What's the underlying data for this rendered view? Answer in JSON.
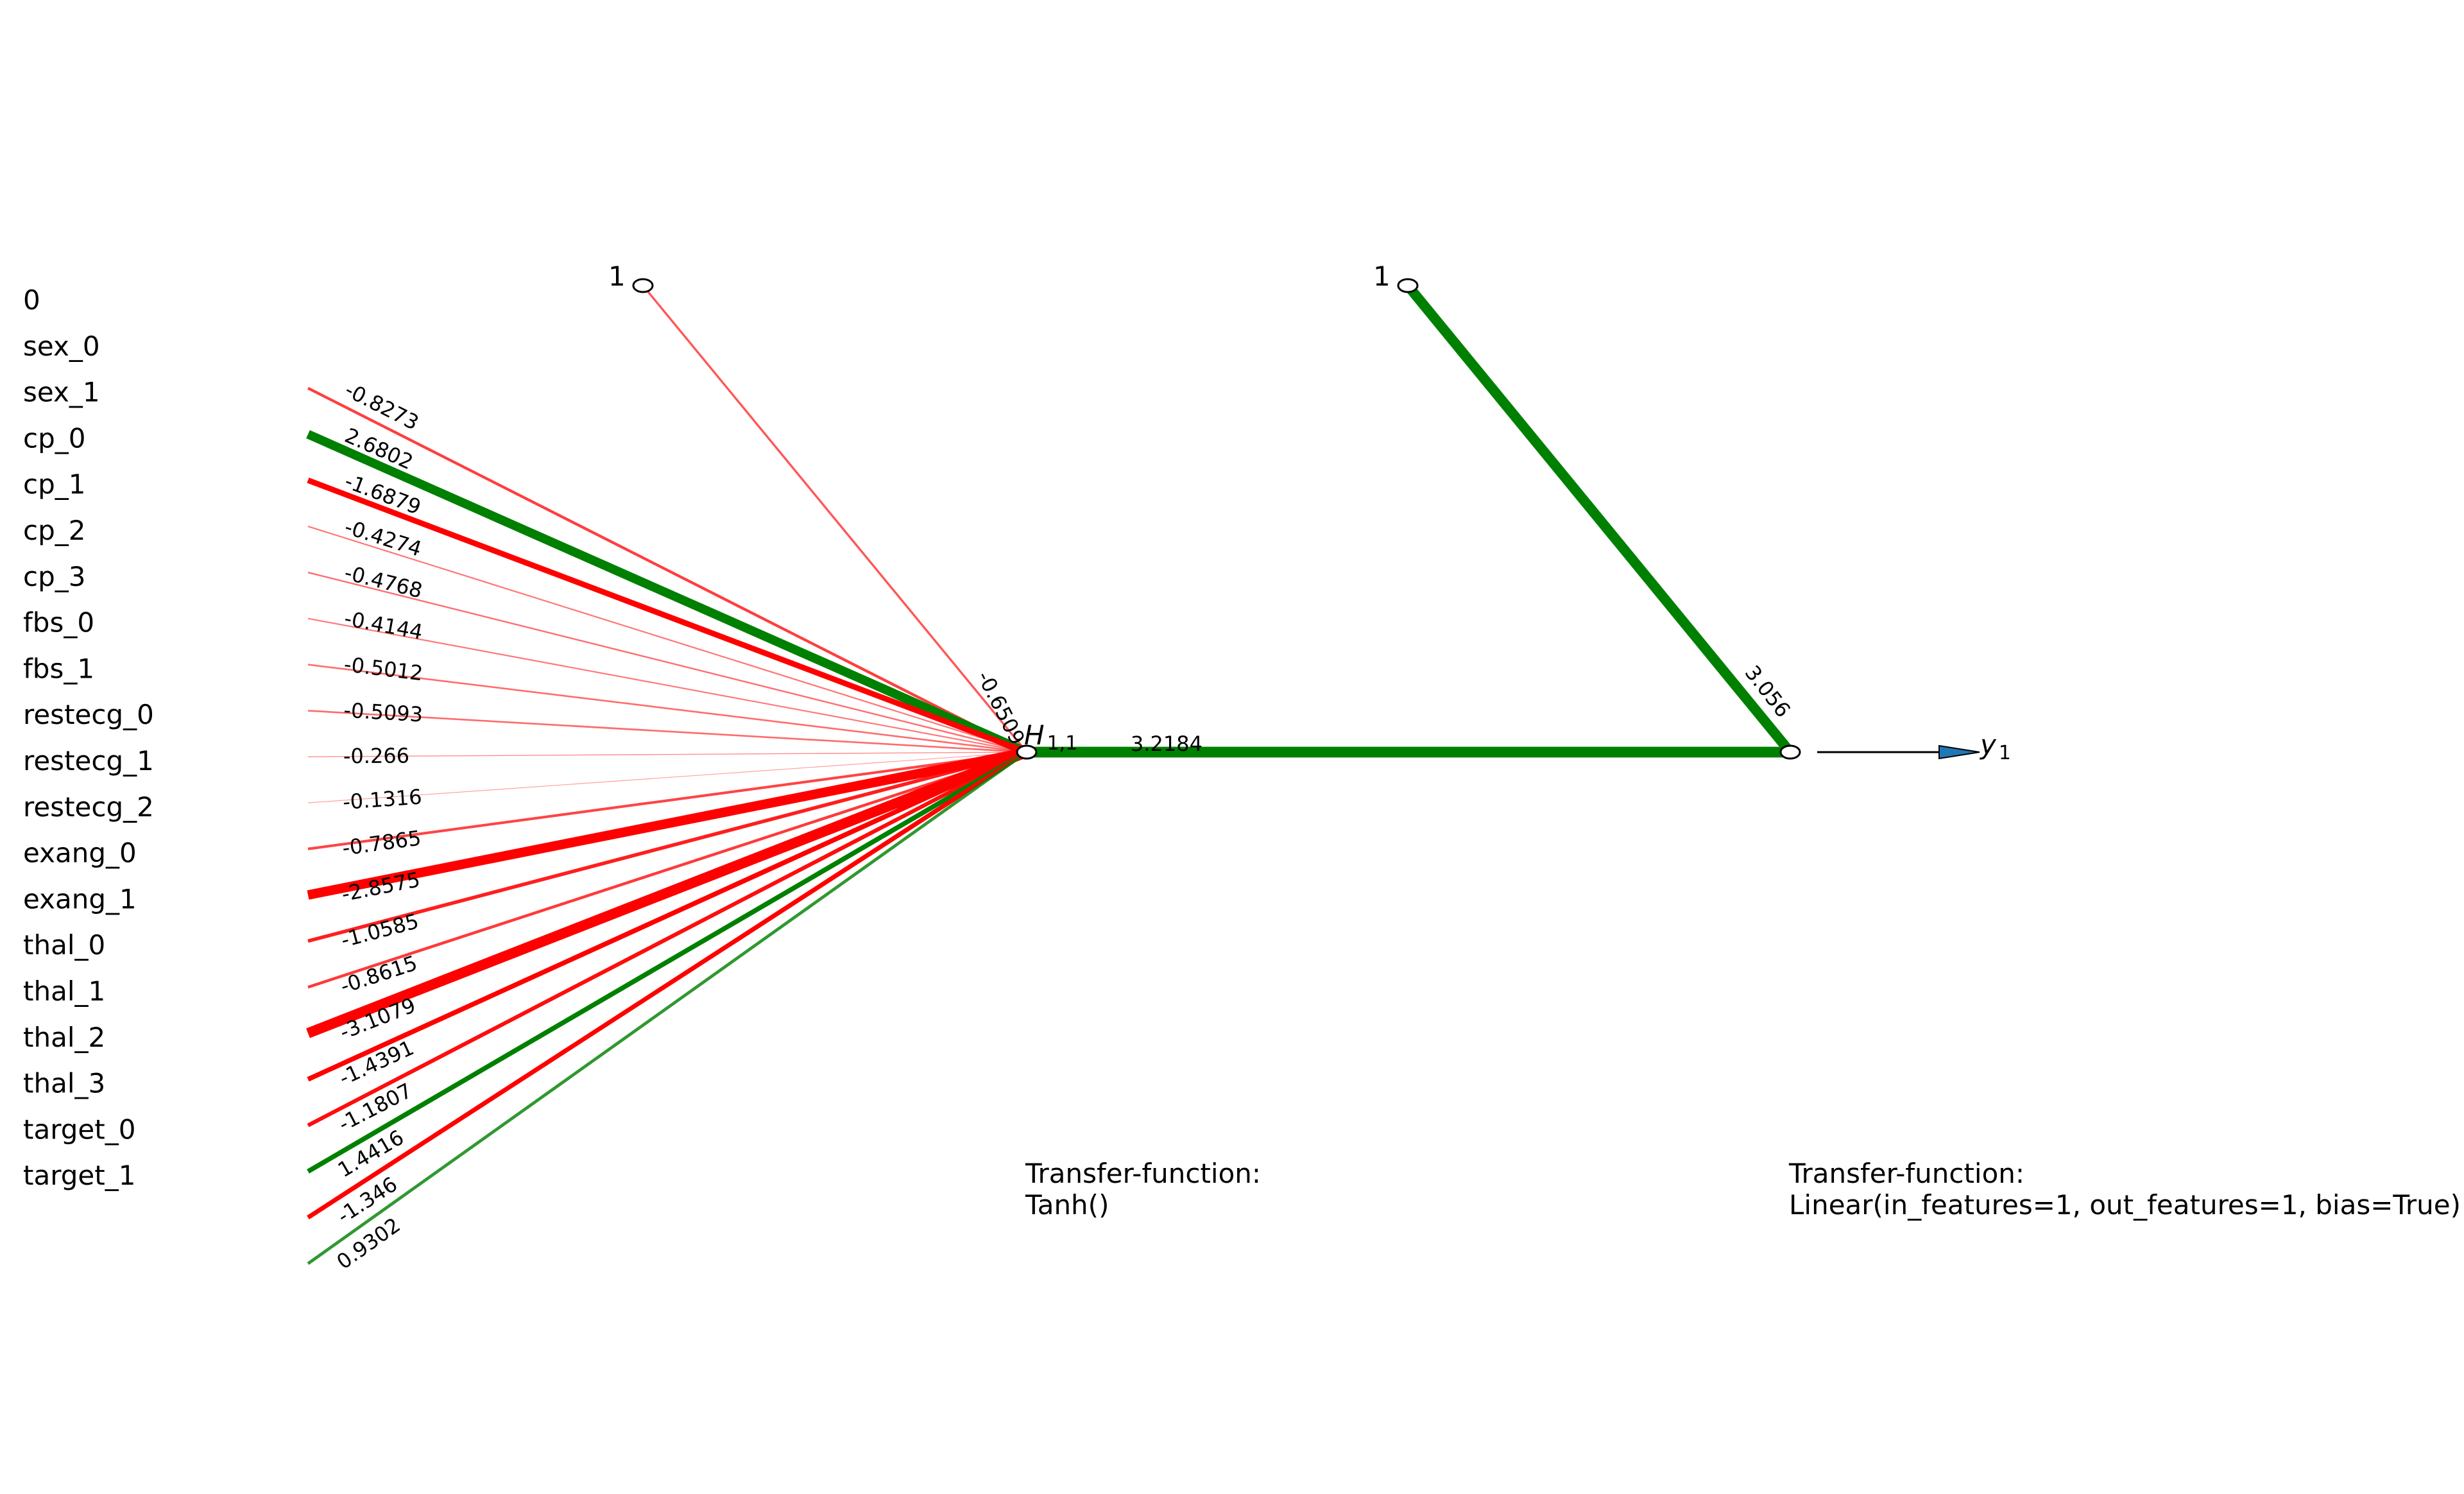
{
  "diagram": {
    "inputs": [
      {
        "name": "0",
        "weight": null
      },
      {
        "name": "sex_0",
        "weight": "-0.8273",
        "value": -0.8273
      },
      {
        "name": "sex_1",
        "weight": "2.6802",
        "value": 2.6802
      },
      {
        "name": "cp_0",
        "weight": "-1.6879",
        "value": -1.6879
      },
      {
        "name": "cp_1",
        "weight": "-0.4274",
        "value": -0.4274
      },
      {
        "name": "cp_2",
        "weight": "-0.4768",
        "value": -0.4768
      },
      {
        "name": "cp_3",
        "weight": "-0.4144",
        "value": -0.4144
      },
      {
        "name": "fbs_0",
        "weight": "-0.5012",
        "value": -0.5012
      },
      {
        "name": "fbs_1",
        "weight": "-0.5093",
        "value": -0.5093
      },
      {
        "name": "restecg_0",
        "weight": "-0.266",
        "value": -0.266
      },
      {
        "name": "restecg_1",
        "weight": "-0.1316",
        "value": -0.1316
      },
      {
        "name": "restecg_2",
        "weight": "-0.7865",
        "value": -0.7865
      },
      {
        "name": "exang_0",
        "weight": "-2.8575",
        "value": -2.8575
      },
      {
        "name": "exang_1",
        "weight": "-1.0585",
        "value": -1.0585
      },
      {
        "name": "thal_0",
        "weight": "-0.8615",
        "value": -0.8615
      },
      {
        "name": "thal_1",
        "weight": "-3.1079",
        "value": -3.1079
      },
      {
        "name": "thal_2",
        "weight": "-1.4391",
        "value": -1.4391
      },
      {
        "name": "thal_3",
        "weight": "-1.1807",
        "value": -1.1807
      },
      {
        "name": "target_0",
        "weight": "1.4416",
        "value": 1.4416
      },
      {
        "name": "target_1",
        "weight": "-1.346",
        "value": -1.346
      },
      {
        "name": "",
        "weight": "0.9302",
        "value": 0.9302
      }
    ],
    "bias_hidden": {
      "label": "1",
      "weight": "-0.6509",
      "value": -0.6509
    },
    "bias_output": {
      "label": "1",
      "weight": "3.056",
      "value": 3.056
    },
    "hidden_node": {
      "label": "H",
      "subscript": "1,1"
    },
    "hidden_to_output": {
      "weight": "3.2184",
      "value": 3.2184
    },
    "output": {
      "label": "y",
      "subscript": "1"
    },
    "hidden_transfer": {
      "line1": "Transfer-function:",
      "line2": "Tanh()"
    },
    "output_transfer": {
      "line1": "Transfer-function:",
      "line2": "Linear(in_features=1, out_features=1, bias=True)"
    },
    "colors": {
      "positive": "#008000",
      "negative": "#ff0000",
      "arrow": "#1f77b4",
      "ink": "#000000"
    }
  }
}
